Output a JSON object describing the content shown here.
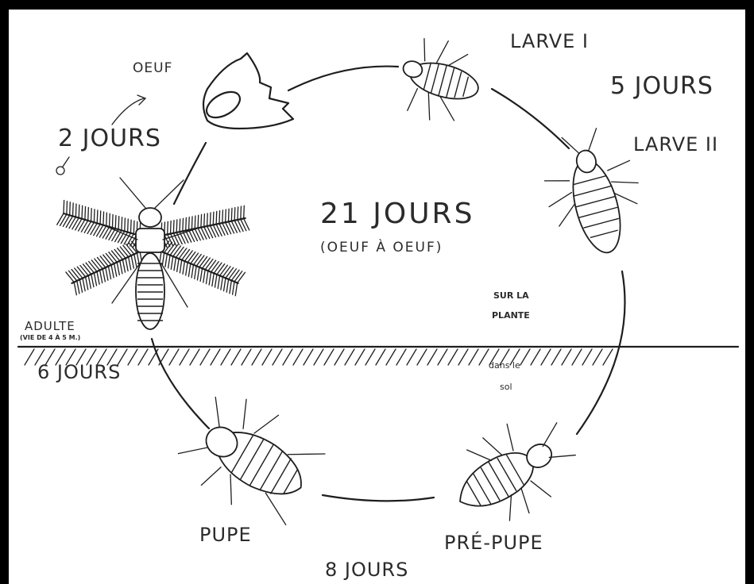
{
  "center": {
    "duration": "21 JOURS",
    "subtitle": "(OEUF À OEUF)"
  },
  "stages": {
    "egg": "OEUF",
    "larva1": "LARVE I",
    "larva2": "LARVE II",
    "prepupa": "PRÉ-PUPE",
    "pupa": "PUPE",
    "adult": "ADULTE",
    "adult_note": "(VIE DE 4 À 5 M.)"
  },
  "durations": {
    "egg": "2 JOURS",
    "larva": "5 JOURS",
    "pupa": "8 JOURS",
    "adult": "6 JOURS"
  },
  "ground": {
    "above": [
      "SUR LA",
      "PLANTE"
    ],
    "below": [
      "dans le",
      "sol"
    ]
  }
}
